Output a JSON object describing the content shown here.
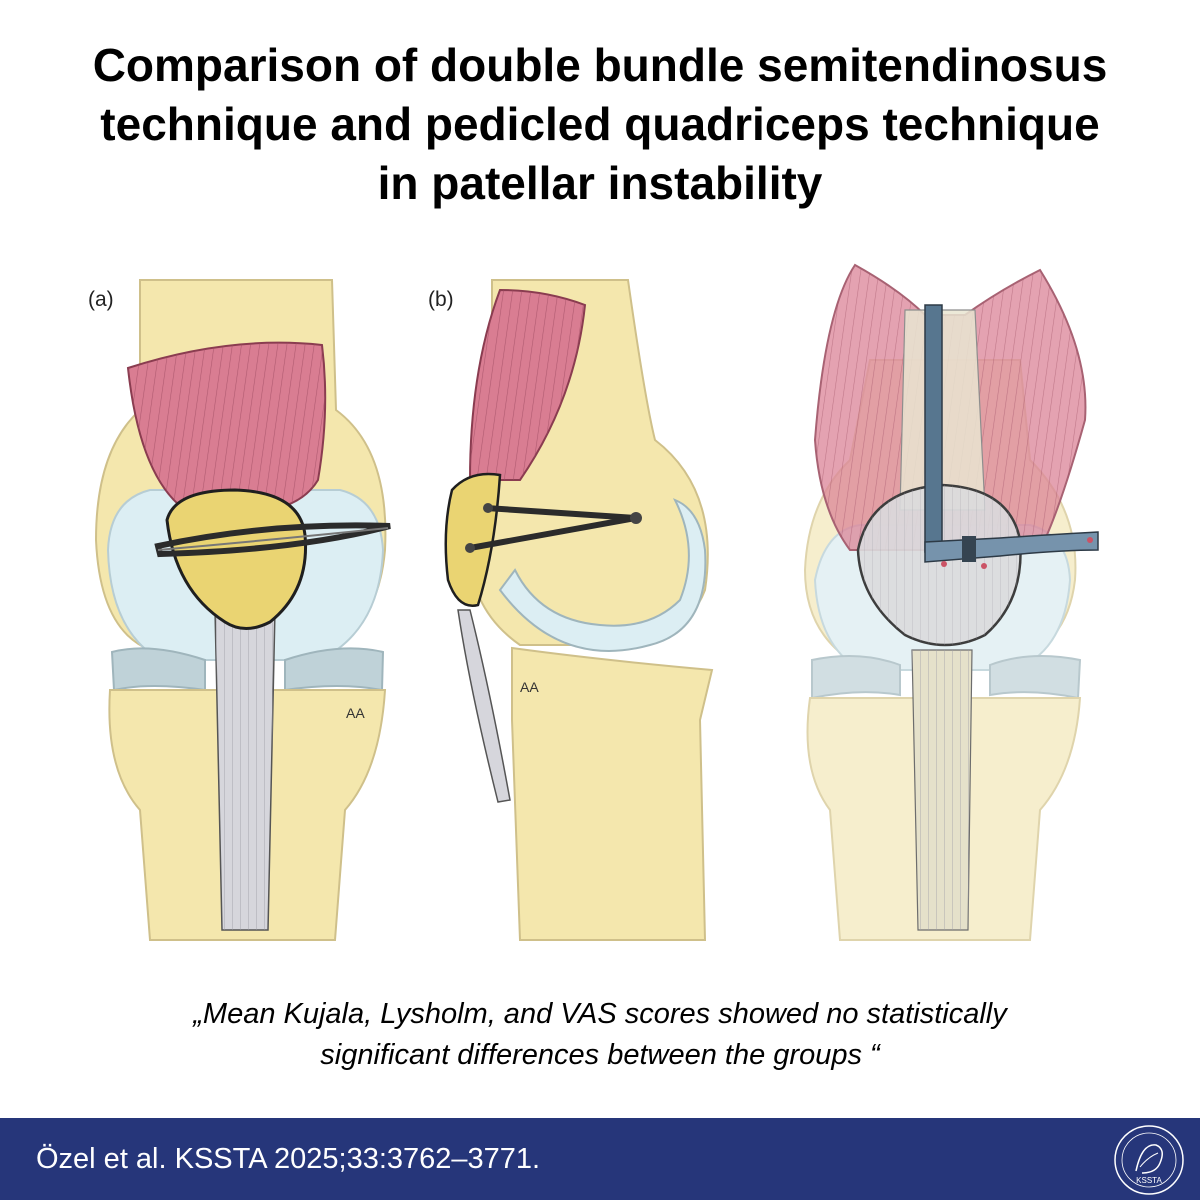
{
  "title": {
    "line1": "Comparison of double bundle semitendinosus",
    "line2": "technique and pedicled quadriceps technique",
    "line3": "in patellar instability"
  },
  "figure": {
    "panel_a_label": "(a)",
    "panel_b_label": "(b)",
    "artist_signature": "AA"
  },
  "quote": {
    "line1": "„Mean Kujala, Lysholm, and VAS scores showed no statistically",
    "line2": "significant differences between the groups “"
  },
  "footer": {
    "citation": "Özel et al. KSSTA 2025;33:3762–3771.",
    "logo_text": "KSSTA"
  },
  "colors": {
    "footer_bg": "#26367a",
    "bone": "#f4e7ad",
    "muscle": "#d97d92",
    "patella": "#ead472",
    "cartilage": "#dceef3",
    "tendon": "#d6d6dc",
    "graft": "#2b2b2b",
    "graft_blue": "#4f6f8a"
  }
}
